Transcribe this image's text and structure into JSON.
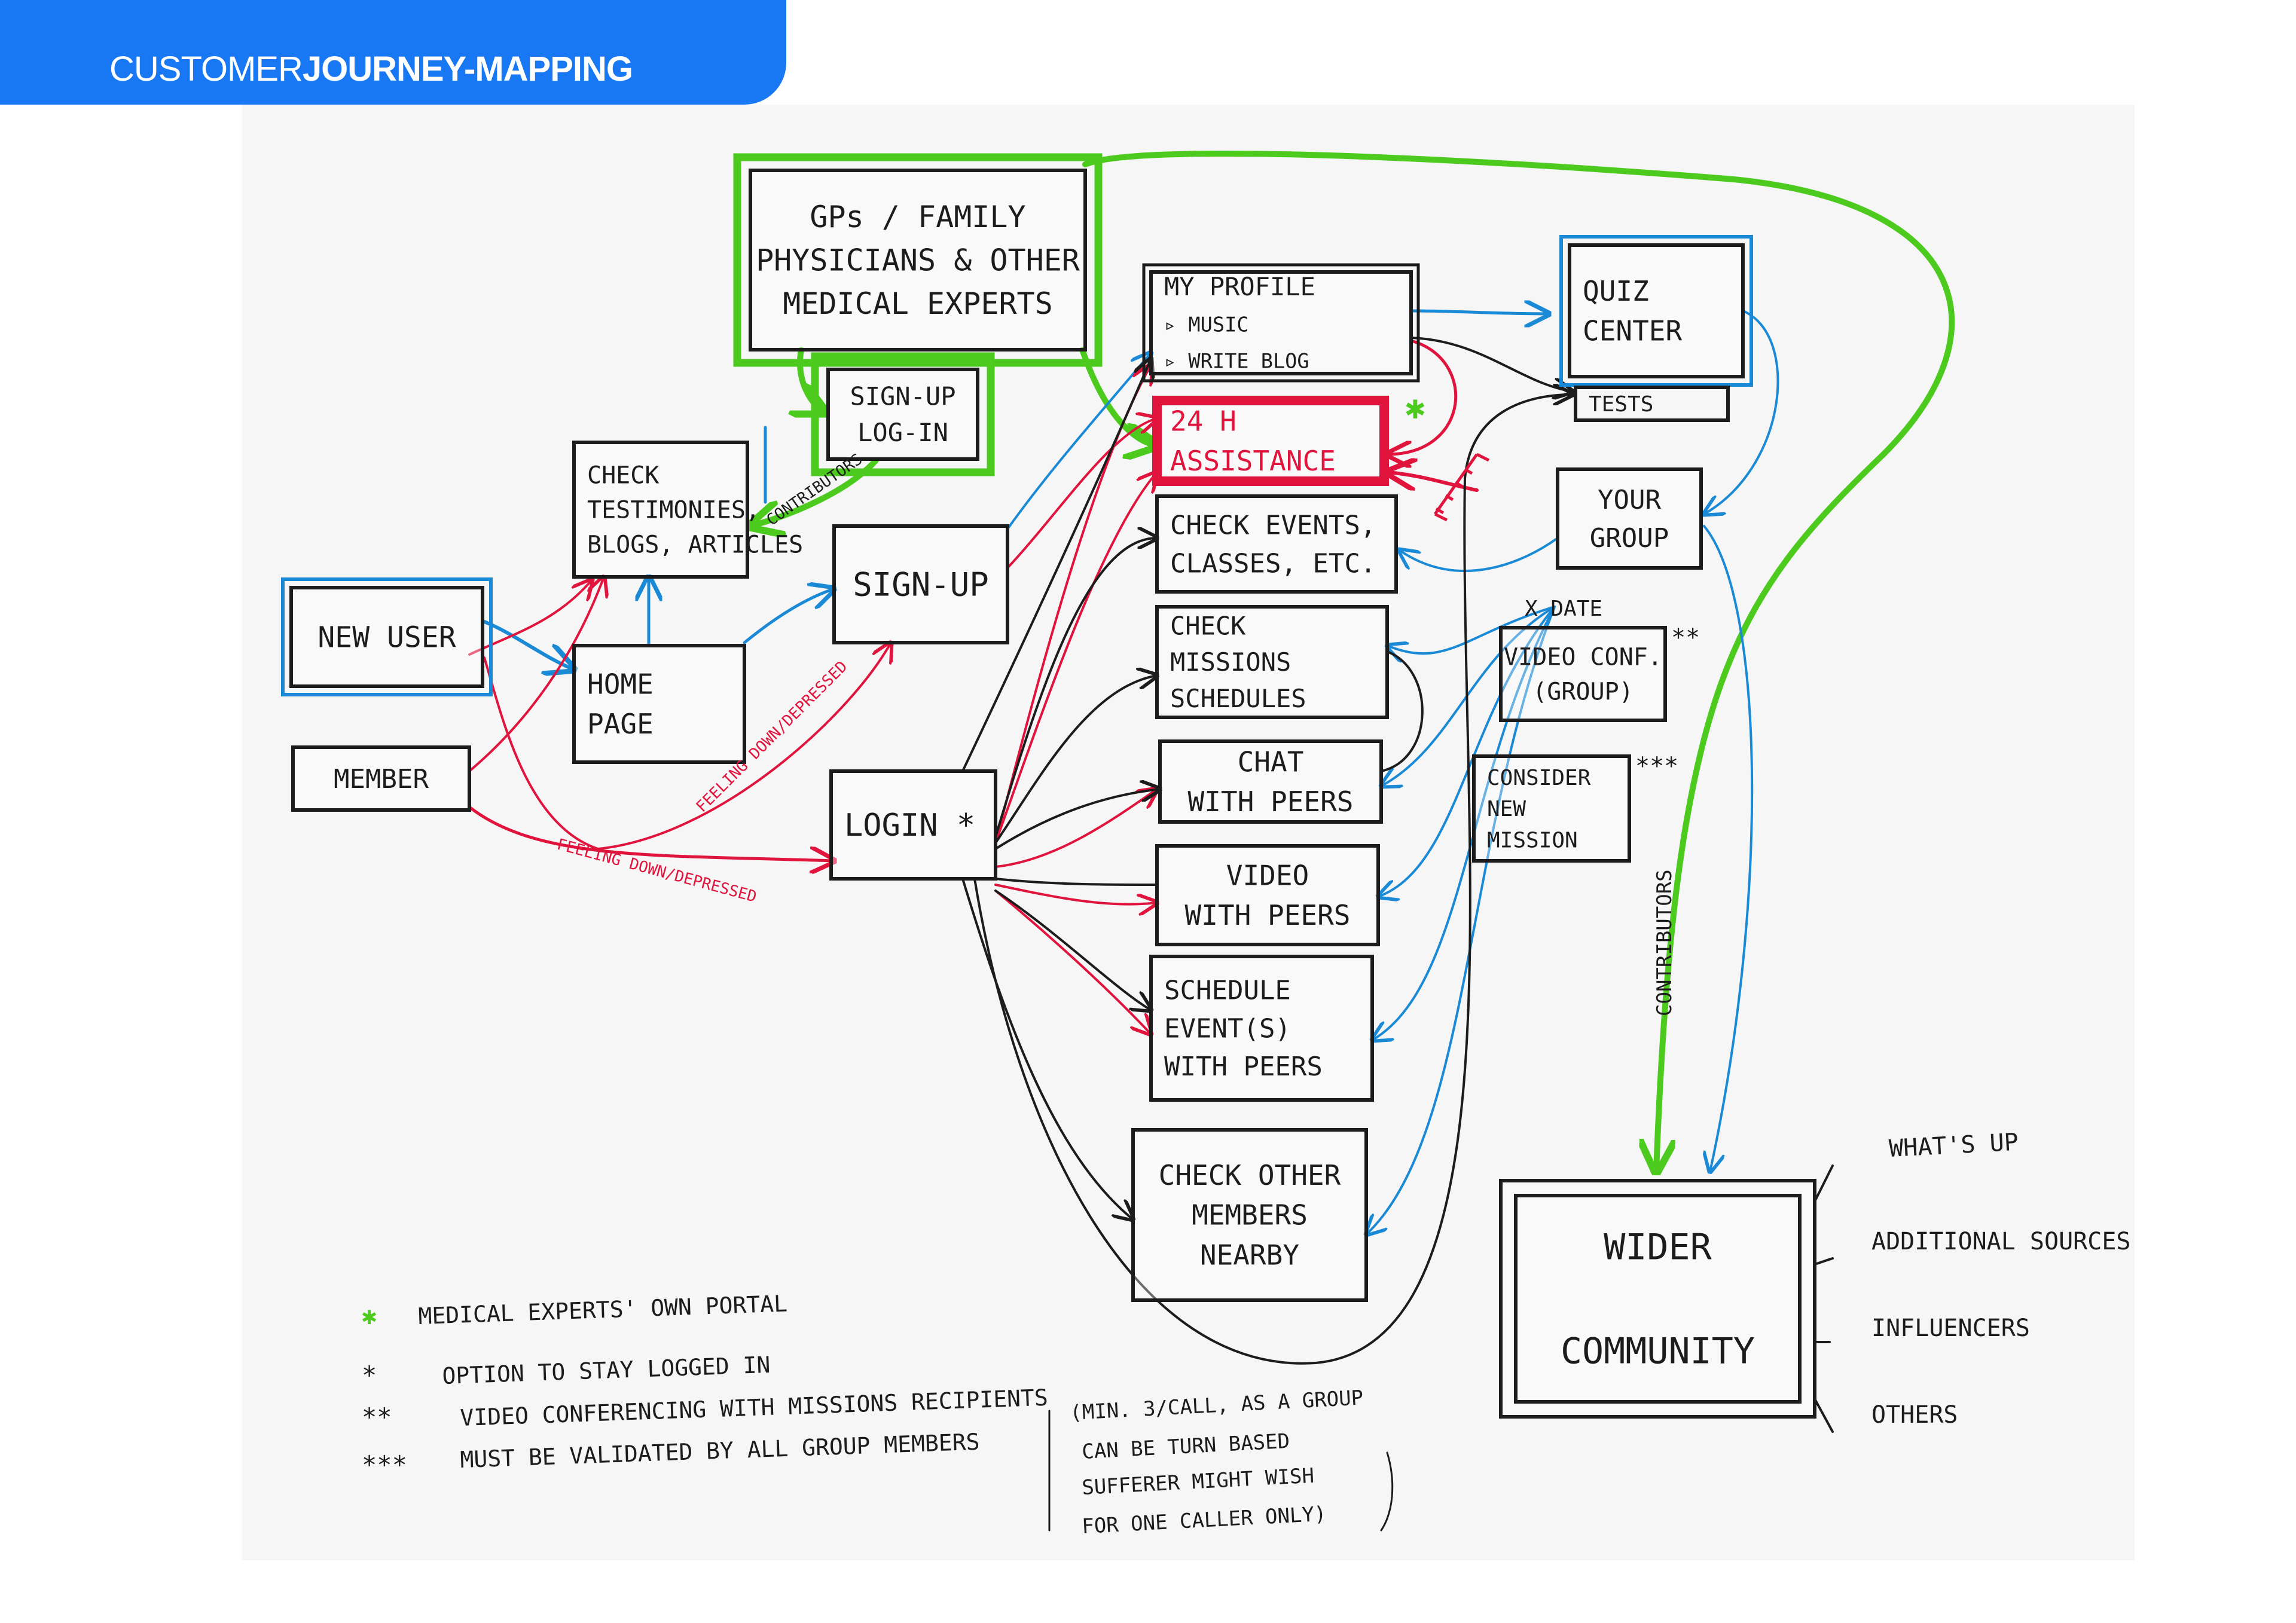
{
  "header": {
    "title_light": "CUSTOMER",
    "title_bold": "JOURNEY-MAPPING",
    "accent_color": "#1877f2"
  },
  "colors": {
    "ink": "#1c1c1c",
    "red": "#e0143c",
    "blue": "#1a8ad6",
    "green": "#4ccb1e",
    "paper": "#f6f6f6"
  },
  "nodes": {
    "gps": {
      "lines": [
        "GPs / FAMILY",
        "PHYSICIANS & OTHER",
        "MEDICAL EXPERTS"
      ],
      "outline": "green"
    },
    "signup_login_experts": {
      "lines": [
        "SIGN-UP",
        "LOG-IN"
      ],
      "outline": "green"
    },
    "check_testimonies": {
      "lines": [
        "CHECK",
        "TESTIMONIES,",
        "BLOGS, ARTICLES"
      ]
    },
    "new_user": {
      "lines": [
        "NEW USER"
      ],
      "outline": "blue"
    },
    "home_page": {
      "lines": [
        "HOME",
        "PAGE"
      ]
    },
    "member": {
      "lines": [
        "MEMBER"
      ]
    },
    "sign_up": {
      "lines": [
        "SIGN-UP"
      ]
    },
    "login": {
      "lines": [
        "LOGIN *"
      ]
    },
    "my_profile": {
      "lines": [
        "MY PROFILE",
        "▹ MUSIC",
        "▹ WRITE BLOG"
      ]
    },
    "assistance_24h": {
      "lines": [
        "24 H",
        "ASSISTANCE"
      ],
      "outline": "red"
    },
    "check_events": {
      "lines": [
        "CHECK EVENTS,",
        "CLASSES, ETC."
      ]
    },
    "check_missions": {
      "lines": [
        "CHECK",
        "MISSIONS",
        "SCHEDULES"
      ]
    },
    "chat_peers": {
      "lines": [
        "CHAT",
        "WITH PEERS"
      ]
    },
    "video_peers": {
      "lines": [
        "VIDEO",
        "WITH PEERS"
      ]
    },
    "schedule_events": {
      "lines": [
        "SCHEDULE",
        "EVENT(S)",
        "WITH PEERS"
      ]
    },
    "check_members_nearby": {
      "lines": [
        "CHECK OTHER",
        "MEMBERS",
        "NEARBY"
      ]
    },
    "quiz_center": {
      "lines": [
        "QUIZ",
        "CENTER"
      ],
      "outline": "blue"
    },
    "tests": {
      "lines": [
        "TESTS"
      ]
    },
    "your_group": {
      "lines": [
        "YOUR",
        "GROUP"
      ]
    },
    "video_conf_group": {
      "lines": [
        "VIDEO CONF.",
        "(GROUP)"
      ],
      "note_above": "X DATE",
      "marker": "**"
    },
    "consider_new_mission": {
      "lines": [
        "CONSIDER",
        "NEW",
        "MISSION"
      ],
      "marker": "***"
    },
    "wider_community": {
      "lines": [
        "WIDER",
        "",
        "COMMUNITY"
      ]
    }
  },
  "annotations": {
    "contributors_top": "CONTRIBUTORS",
    "contributors_right": "CONTRIBUTORS",
    "feeling_down_1": "FEELING DOWN/DEPRESSED",
    "feeling_down_2": "FEELING DOWN/DEPRESSED",
    "green_star": "✱"
  },
  "community_branches": [
    "WHAT'S UP",
    "ADDITIONAL SOURCES",
    "INFLUENCERS",
    "OTHERS"
  ],
  "legend": [
    {
      "symbol": "✱",
      "color": "green",
      "text": "MEDICAL EXPERTS' OWN PORTAL"
    },
    {
      "symbol": "*",
      "color": "ink",
      "text": "OPTION TO STAY LOGGED IN"
    },
    {
      "symbol": "**",
      "color": "ink",
      "text": "VIDEO CONFERENCING WITH MISSIONS RECIPIENTS"
    },
    {
      "symbol": "***",
      "color": "ink",
      "text": "MUST BE VALIDATED BY ALL GROUP MEMBERS"
    }
  ],
  "legend_note": [
    "(MIN. 3/CALL, AS A GROUP",
    "CAN BE TURN BASED",
    "SUFFERER MIGHT WISH",
    "FOR ONE CALLER ONLY)"
  ]
}
